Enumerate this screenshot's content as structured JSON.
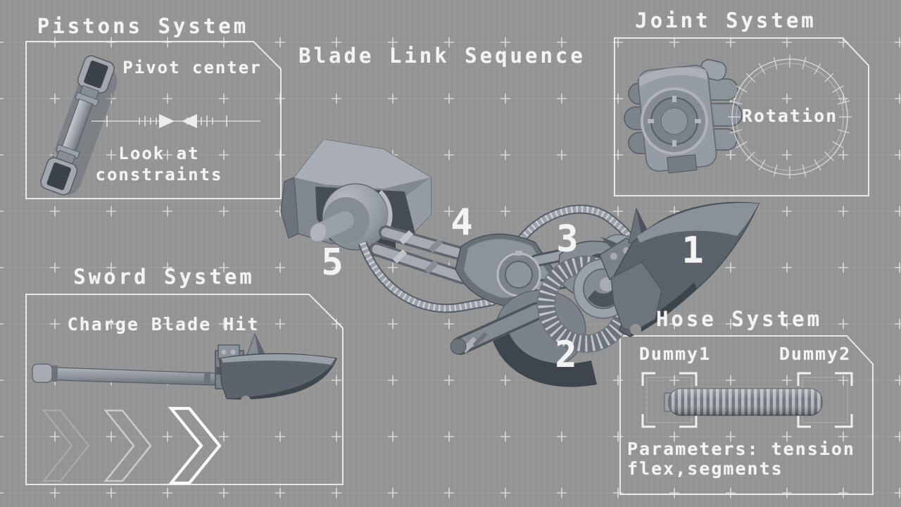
{
  "main_title": "Blade Link Sequence",
  "panels": {
    "pistons": {
      "title": "Pistons System",
      "pivot_label": "Pivot center",
      "note_line1": "Look at",
      "note_line2": "constraints"
    },
    "joint": {
      "title": "Joint System",
      "rotation_label": "Rotation"
    },
    "sword": {
      "title": "Sword System",
      "hit_label": "Charge Blade Hit"
    },
    "hose": {
      "title": "Hose System",
      "dummy1_label": "Dummy1",
      "dummy2_label": "Dummy2",
      "params_line1": "Parameters: tension",
      "params_line2": "flex,segments"
    }
  },
  "sequence_numbers": [
    "1",
    "2",
    "3",
    "4",
    "5"
  ],
  "icons": {
    "pivot_gauge": "double-arrow-gauge",
    "rotation_dial": "tick-circle-dial",
    "charge_chevrons": "triple-chevron-right",
    "dummy_brackets": "corner-brackets"
  },
  "colors": {
    "background": "#949494",
    "text": "#f3f3f3",
    "panel_border": "#ededed",
    "model_light": "#b4b9bf",
    "model_base": "#8d939b",
    "model_dark": "#4c525a",
    "blade": "#5c636d"
  }
}
